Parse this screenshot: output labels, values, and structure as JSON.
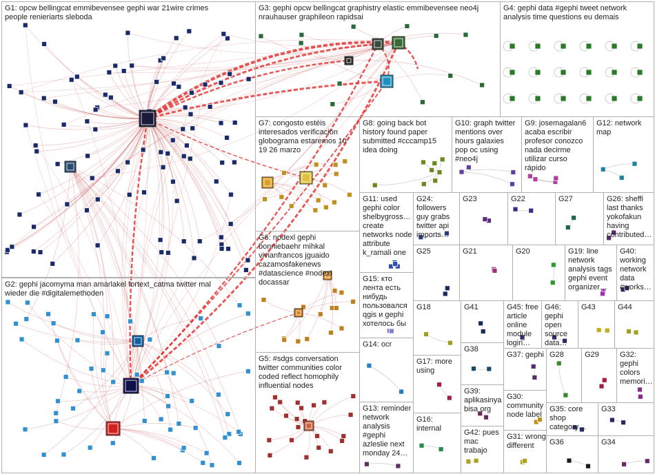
{
  "title": "NodeXL Twitter network graph: gephi",
  "edge_color": "#c03030",
  "panels": [
    {
      "id": "G1",
      "lines": [
        "G1: opcw bellingcat emmibevensee gephi war 21wire crimes",
        "people renieriarts sleboda"
      ]
    },
    {
      "id": "G2",
      "lines": [
        "G2: gephi jacomyma man amarlakel fortext_catma twitter mal",
        "wieder die #digitalemethoden"
      ]
    },
    {
      "id": "G3",
      "lines": [
        "G3: gephi opcw bellingcat graphistry elastic emmibevensee neo4j",
        "nrauhauser graphileon rapidsai"
      ]
    },
    {
      "id": "G4",
      "lines": [
        "G4: gephi data #gephi tweet network",
        "analysis time questions eu demais"
      ]
    },
    {
      "id": "G5",
      "lines": [
        "G5: #sdgs conversation",
        "twitter communities color",
        "coded reflect homophily",
        "influential nodes"
      ]
    },
    {
      "id": "G6",
      "lines": [
        "G6: nodexl gephi",
        "bonniebaehr mihkal",
        "vivianfrancos jguaido",
        "cazamosfakenews",
        "#datascience #nodexl",
        "docassar"
      ]
    },
    {
      "id": "G7",
      "lines": [
        "G7: congosto estéis",
        "interesados verificación",
        "globograma estaremos 10",
        "19 26 marzo"
      ]
    },
    {
      "id": "G8",
      "lines": [
        "G8: going back bot",
        "history found paper",
        "submitted #cccamp15",
        "idea doing"
      ]
    },
    {
      "id": "G9",
      "lines": [
        "G9: josemagalan6",
        "acaba escribir",
        "profesor conozco",
        "nada decirme",
        "utilizar curso",
        "rápido"
      ]
    },
    {
      "id": "G10",
      "lines": [
        "G10: graph twitter",
        "mentions over",
        "hours galaxies",
        "pop oc using",
        "#neo4j"
      ]
    },
    {
      "id": "G11",
      "lines": [
        "G11: used",
        "gephi color",
        "shelbygross…",
        "create",
        "networks node",
        "attribute",
        "k_ramali one"
      ]
    },
    {
      "id": "G12",
      "lines": [
        "G12: network",
        "map"
      ]
    },
    {
      "id": "G13",
      "lines": [
        "G13: reminder",
        "network",
        "analysis",
        "#gephi",
        "azleslie next",
        "monday 24…"
      ]
    },
    {
      "id": "G14",
      "lines": [
        "G14: ocr"
      ]
    },
    {
      "id": "G15",
      "lines": [
        "G15: кто",
        "лента есть",
        "нибудь",
        "пользовался",
        "qgis и gephi",
        "хотелось бы"
      ]
    },
    {
      "id": "G16",
      "lines": [
        "G16:",
        "internal"
      ]
    },
    {
      "id": "G17",
      "lines": [
        "G17: more",
        "using"
      ]
    },
    {
      "id": "G18",
      "lines": [
        "G18"
      ]
    },
    {
      "id": "G19",
      "lines": [
        "G19: line",
        "network",
        "analysis tags",
        "gephi event",
        "organizer…"
      ]
    },
    {
      "id": "G20",
      "lines": [
        "G20"
      ]
    },
    {
      "id": "G21",
      "lines": [
        "G21"
      ]
    },
    {
      "id": "G22",
      "lines": [
        "G22"
      ]
    },
    {
      "id": "G23",
      "lines": [
        "G23"
      ]
    },
    {
      "id": "G24",
      "lines": [
        "G24:",
        "followers",
        "guy grabs",
        "twitter api",
        "imports…"
      ]
    },
    {
      "id": "G25",
      "lines": [
        "G25"
      ]
    },
    {
      "id": "G26",
      "lines": [
        "G26: sheffi",
        "last thanks",
        "yokofakun",
        "having",
        "contributed…"
      ]
    },
    {
      "id": "G27",
      "lines": [
        "G27"
      ]
    },
    {
      "id": "G28",
      "lines": [
        "G28"
      ]
    },
    {
      "id": "G29",
      "lines": [
        "G29"
      ]
    },
    {
      "id": "G30",
      "lines": [
        "G30:",
        "community",
        "node label"
      ]
    },
    {
      "id": "G31",
      "lines": [
        "G31: wrong",
        "different"
      ]
    },
    {
      "id": "G32",
      "lines": [
        "G32:",
        "gephi",
        "colors",
        "memori…"
      ]
    },
    {
      "id": "G33",
      "lines": [
        "G33"
      ]
    },
    {
      "id": "G34",
      "lines": [
        "G34"
      ]
    },
    {
      "id": "G35",
      "lines": [
        "G35: core",
        "shop",
        "category…"
      ]
    },
    {
      "id": "G36",
      "lines": [
        "G36"
      ]
    },
    {
      "id": "G37",
      "lines": [
        "G37: gephi"
      ]
    },
    {
      "id": "G38",
      "lines": [
        "G38"
      ]
    },
    {
      "id": "G39",
      "lines": [
        "G39:",
        "aplikasinya",
        "bisa org"
      ]
    },
    {
      "id": "G40",
      "lines": [
        "G40:",
        "working",
        "network",
        "data",
        "#works…"
      ]
    },
    {
      "id": "G41",
      "lines": [
        "G41"
      ]
    },
    {
      "id": "G42",
      "lines": [
        "G42: pues",
        "mac",
        "trabajo"
      ]
    },
    {
      "id": "G43",
      "lines": [
        "G43"
      ]
    },
    {
      "id": "G44",
      "lines": [
        "G44"
      ]
    },
    {
      "id": "G45",
      "lines": [
        "G45: free",
        "article",
        "online",
        "module",
        "login…"
      ]
    },
    {
      "id": "G46",
      "lines": [
        "G46:",
        "gephi",
        "open",
        "source",
        "data…"
      ]
    }
  ]
}
